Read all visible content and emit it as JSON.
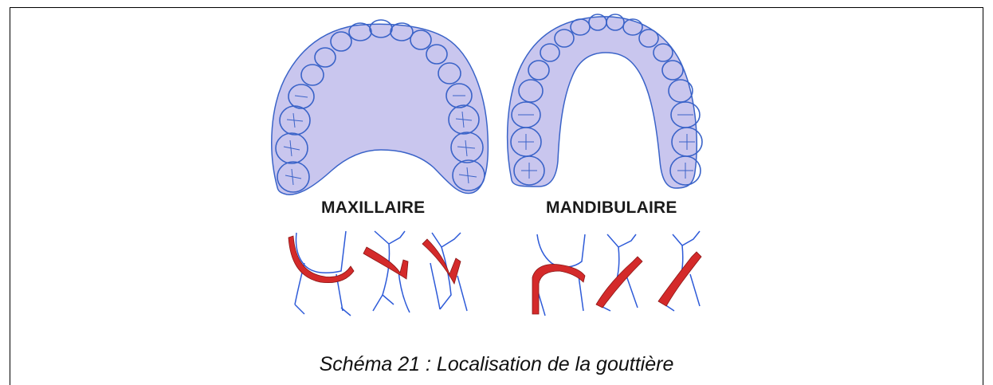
{
  "figure": {
    "labels": {
      "maxillaire": "MAXILLAIRE",
      "mandibulaire": "MANDIBULAIRE"
    }
  },
  "caption": "Schéma 21 : Localisation de la gouttière",
  "colors": {
    "tray_fill": "#c9c6ee",
    "tooth_stroke": "#3a63c8",
    "splint_red": "#d42a2a",
    "frame_border": "#000000"
  }
}
